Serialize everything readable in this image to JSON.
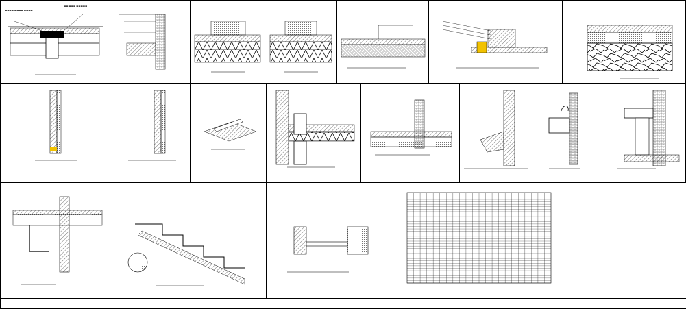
{
  "details": [
    {
      "id": "d1",
      "caption": "",
      "scale": ""
    },
    {
      "id": "d2",
      "caption": "",
      "scale": ""
    },
    {
      "id": "d3",
      "caption": "",
      "scale": ""
    },
    {
      "id": "d4",
      "caption": "",
      "scale": ""
    },
    {
      "id": "d5",
      "caption": "",
      "scale": ""
    },
    {
      "id": "d6",
      "caption": "",
      "scale": ""
    },
    {
      "id": "d7",
      "caption": "",
      "scale": ""
    },
    {
      "id": "d8",
      "caption": "",
      "scale": ""
    },
    {
      "id": "d9",
      "caption": "",
      "scale": ""
    },
    {
      "id": "d10",
      "caption": "",
      "scale": ""
    },
    {
      "id": "d11",
      "caption": "",
      "scale": ""
    },
    {
      "id": "d12",
      "caption": "",
      "scale": ""
    },
    {
      "id": "d13",
      "caption": "",
      "scale": ""
    },
    {
      "id": "d14",
      "caption": "",
      "scale": ""
    },
    {
      "id": "d15",
      "caption": "",
      "scale": ""
    },
    {
      "id": "d16",
      "caption": "",
      "scale": ""
    },
    {
      "id": "d17",
      "caption": "",
      "scale": ""
    },
    {
      "id": "d18",
      "caption": "",
      "scale": ""
    },
    {
      "id": "d19",
      "caption": "",
      "scale": ""
    }
  ],
  "schedule": {
    "title": "",
    "caption": "",
    "rows": 34,
    "columns": 22
  },
  "colors": {
    "line": "#000000",
    "hatch": "#333333",
    "accent": "#f2c200",
    "background": "#ffffff"
  }
}
